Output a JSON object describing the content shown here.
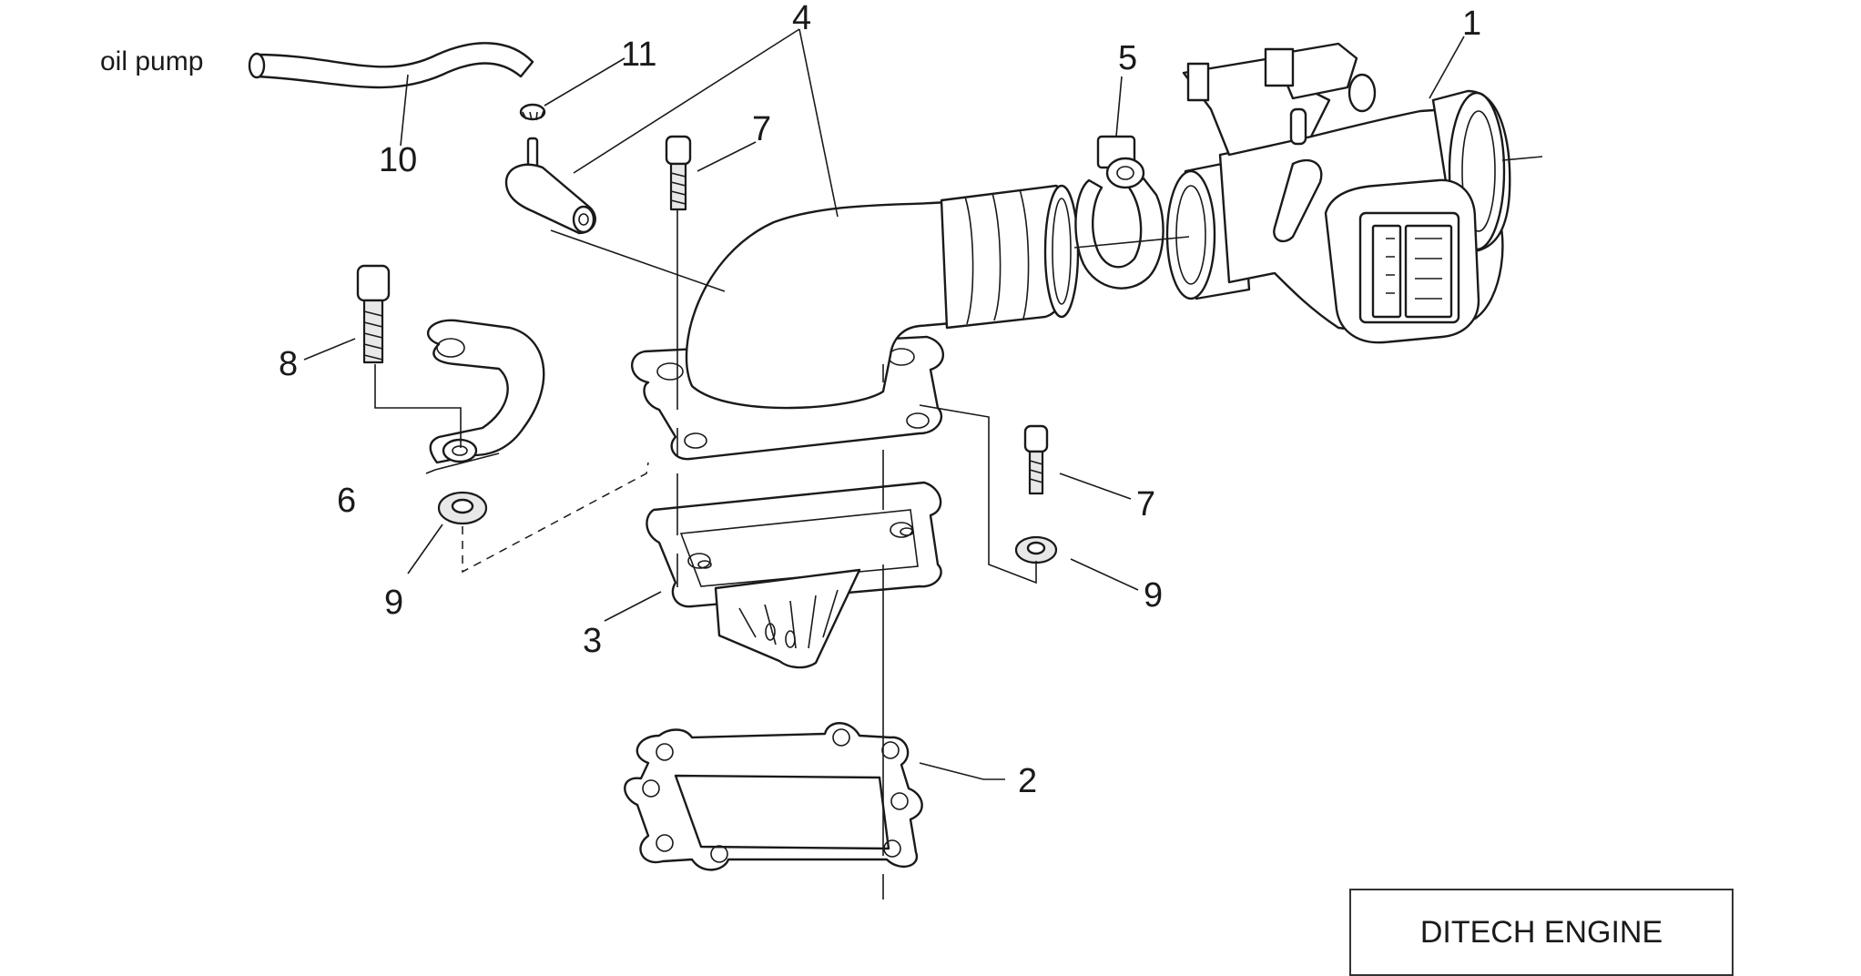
{
  "annotation": {
    "oil_pump": "oil pump"
  },
  "callouts": {
    "p1": "1",
    "p2": "2",
    "p3": "3",
    "p4": "4",
    "p5": "5",
    "p6": "6",
    "p7a": "7",
    "p7b": "7",
    "p8": "8",
    "p9a": "9",
    "p9b": "9",
    "p10": "10",
    "p11": "11"
  },
  "badge": {
    "text": "DITECH ENGINE"
  }
}
